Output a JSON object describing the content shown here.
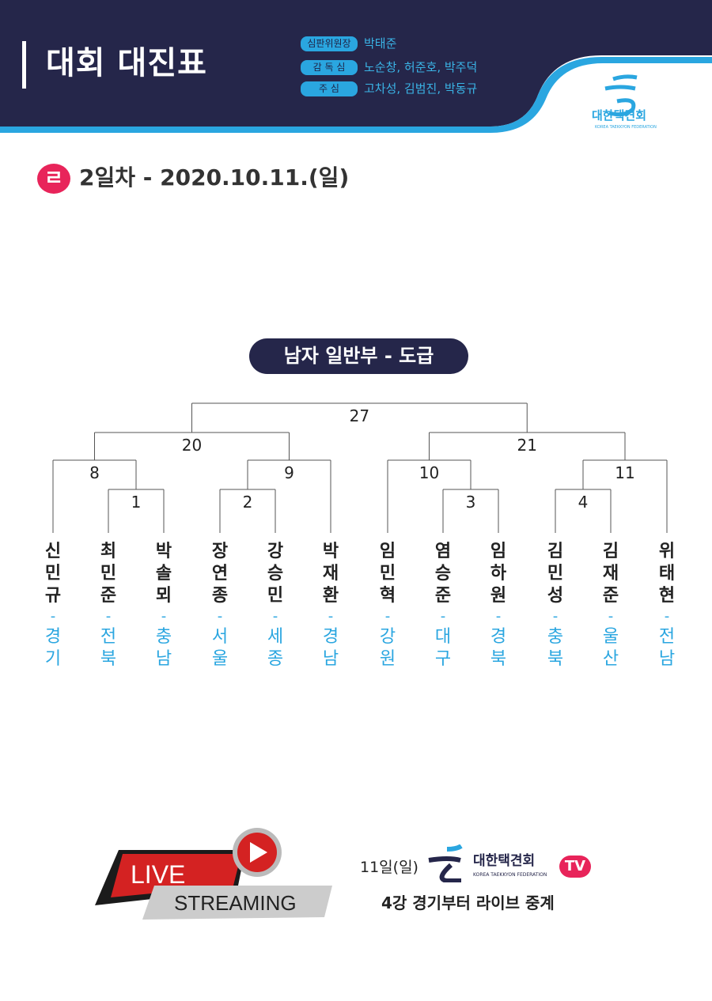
{
  "header": {
    "title": "대회 대진표",
    "staff": [
      {
        "role": "심판위원장",
        "names": "박태준"
      },
      {
        "role": "감 독 심",
        "names": "노순창, 허준호, 박주덕"
      },
      {
        "role": "주 심",
        "names": "고차성, 김범진, 박동규"
      }
    ],
    "federation": "대한택견회",
    "federation_en": "KOREA TAEKKYON FEDERATION"
  },
  "day": {
    "label": "2일차 - 2020.10.11.(일)"
  },
  "category": "남자 일반부 - 도급",
  "players": [
    {
      "name": "신민규",
      "region": "경기"
    },
    {
      "name": "최민준",
      "region": "전북"
    },
    {
      "name": "박솔뫼",
      "region": "충남"
    },
    {
      "name": "장연종",
      "region": "서울"
    },
    {
      "name": "강승민",
      "region": "세종"
    },
    {
      "name": "박재환",
      "region": "경남"
    },
    {
      "name": "임민혁",
      "region": "강원"
    },
    {
      "name": "염승준",
      "region": "대구"
    },
    {
      "name": "임하원",
      "region": "경북"
    },
    {
      "name": "김민성",
      "region": "충북"
    },
    {
      "name": "김재준",
      "region": "울산"
    },
    {
      "name": "위태현",
      "region": "전남"
    }
  ],
  "matches": [
    "1",
    "2",
    "3",
    "4",
    "8",
    "9",
    "10",
    "11",
    "20",
    "21",
    "27"
  ],
  "dash": "-",
  "footer": {
    "live": "LIVE",
    "streaming": "STREAMING",
    "date": "11일(일)",
    "federation": "대한택견회",
    "federation_en": "KOREA TAEKKYON FEDERATION",
    "tv": "TV",
    "note": "4강 경기부터 라이브 중계"
  },
  "colors": {
    "navy": "#25264a",
    "cyan": "#2aa6e0",
    "pink": "#e8245a"
  }
}
